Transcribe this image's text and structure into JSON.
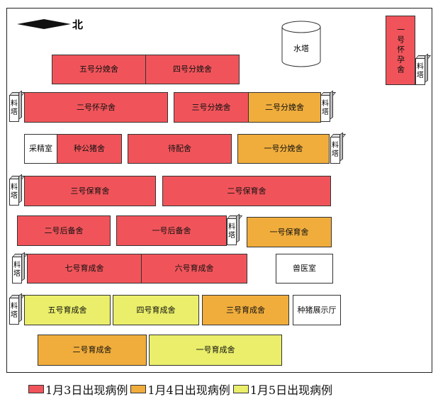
{
  "north_label": "北",
  "water_tower": "水塔",
  "feed_tower": "料塔",
  "buildings": {
    "wuhao_fenmian": "五号分娩舍",
    "sihao_fenmian": "四号分娩舍",
    "yihao_huaiyun": "一号怀孕舍",
    "erhao_huaiyun": "二号怀孕舍",
    "sanhao_fenmian": "三号分娩舍",
    "erhao_fenmian": "二号分娩舍",
    "caijingshi": "采精室",
    "zhonggongzhu": "种公猪舍",
    "daipei": "待配舍",
    "yihao_fenmian": "一号分娩舍",
    "sanhao_baoyu": "三号保育舍",
    "erhao_baoyu": "二号保育舍",
    "erhao_houbei": "二号后备舍",
    "yihao_houbei": "一号后备舍",
    "yihao_baoyu": "一号保育舍",
    "qihao_yucheng": "七号育成舍",
    "liuhao_yucheng": "六号育成舍",
    "shouyishi": "兽医室",
    "wuhao_yucheng": "五号育成舍",
    "sihao_yucheng": "四号育成舍",
    "sanhao_yucheng": "三号育成舍",
    "zhongzhu_zhanshi": "种猪展示厅",
    "erhao_yucheng": "二号育成舍",
    "yihao_yucheng": "一号育成舍"
  },
  "legend": [
    {
      "label": "1月3日出现病例",
      "color": "#f0545a"
    },
    {
      "label": "1月4日出现病例",
      "color": "#f0ad3c"
    },
    {
      "label": "1月5日出现病例",
      "color": "#eaee6a"
    }
  ]
}
